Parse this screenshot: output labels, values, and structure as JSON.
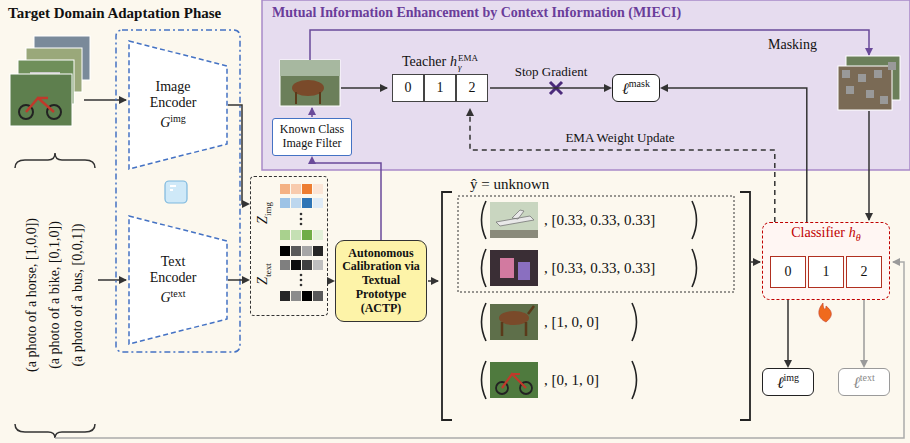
{
  "diagram": {
    "title": "Target Domain Adaptation Phase",
    "nodes": [
      {
        "text": [
          "Image Encoder",
          "G",
          "img"
        ]
      },
      {
        "text": [
          "Text Encoder",
          "G",
          "text"
        ]
      },
      {
        "text": [
          "Z",
          "img",
          "Z",
          "text"
        ]
      },
      {
        "text": [
          "Mutual Information Enhancement by Context Information (MIECI)"
        ]
      },
      {
        "text": [
          "Known Class Image Filter"
        ],
        "in": 3
      },
      {
        "text": [
          "Teacher",
          "h",
          "γ",
          "EMA"
        ],
        "in": 3
      },
      {
        "text": [
          "0"
        ],
        "in": 5
      },
      {
        "text": [
          "1"
        ],
        "in": 5
      },
      {
        "text": [
          "2"
        ],
        "in": 5
      },
      {
        "text": [
          "ℓ",
          "mask"
        ],
        "in": 3
      },
      {
        "text": [
          "Autonomous Calibration via Textual Prototype (ACTP)"
        ]
      },
      {
        "text": [
          "Classifier",
          "h",
          "θ"
        ]
      },
      {
        "text": [
          "0"
        ],
        "in": 11
      },
      {
        "text": [
          "1"
        ],
        "in": 11
      },
      {
        "text": [
          "2"
        ],
        "in": 11
      },
      {
        "text": [
          "ℓ",
          "img"
        ]
      },
      {
        "text": [
          "ℓ",
          "text"
        ]
      }
    ],
    "edges": [
      {
        "from": 0,
        "to": 2,
        "arrow": "to"
      },
      {
        "from": 1,
        "to": 2,
        "arrow": "to"
      },
      {
        "from": 2,
        "to": 10,
        "arrow": "to"
      },
      {
        "from": 10,
        "to": 4,
        "arrow": "to"
      },
      {
        "from": 5,
        "to": 9,
        "label": "Stop Gradient",
        "arrow": "to"
      },
      {
        "from": 11,
        "to": 9,
        "arrow": "to"
      },
      {
        "from": 11,
        "to": 5,
        "label": "EMA Weight Update",
        "arrow": "to"
      },
      {
        "from": 11,
        "to": 15,
        "arrow": "to"
      },
      {
        "from": 11,
        "to": 16,
        "arrow": "to"
      }
    ],
    "labels": [
      "Masking",
      "ŷ = unknown",
      ", [0.33, 0.33, 0.33]",
      ", [0.33, 0.33, 0.33]",
      ", [1, 0, 0]",
      ", [0, 1, 0]",
      "(a photo of a horse, [1,0,0])",
      "(a photo of a bike, [0,1,0])",
      "(a photo of a bus, [0,0,1])"
    ]
  }
}
